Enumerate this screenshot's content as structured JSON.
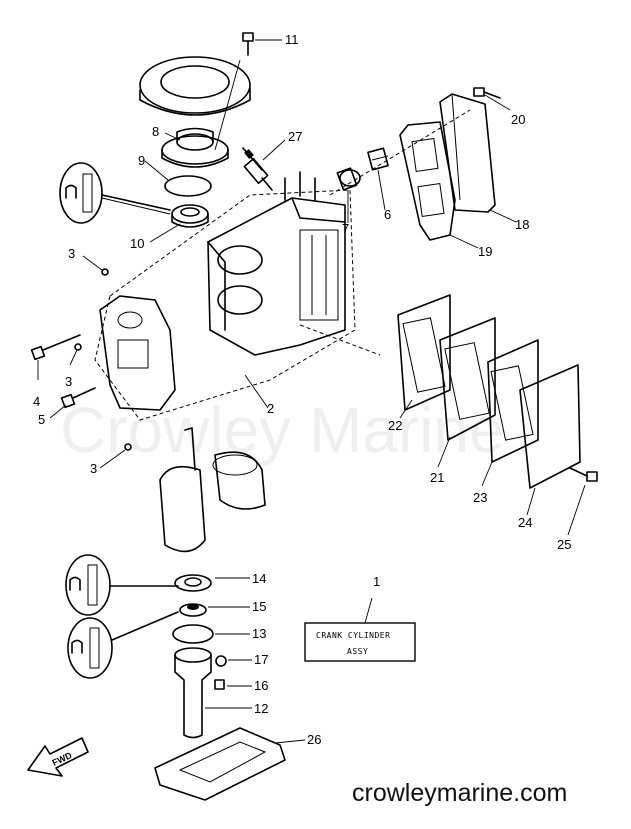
{
  "label_box": {
    "line1": "CRANK CYLINDER",
    "line2": "ASSY"
  },
  "fwd_label": "FWD",
  "watermark": "Crowley Marine",
  "footer_url": "crowleymarine.com",
  "callouts": [
    "1",
    "2",
    "3",
    "3",
    "3",
    "4",
    "5",
    "6",
    "7",
    "8",
    "9",
    "10",
    "11",
    "12",
    "13",
    "14",
    "15",
    "16",
    "17",
    "18",
    "19",
    "20",
    "21",
    "22",
    "23",
    "24",
    "25",
    "26",
    "27"
  ],
  "icons": {
    "grease_symbol": "grease-tube-icon",
    "forward_arrow": "fwd-arrow-icon"
  },
  "colors": {
    "ink": "#000000",
    "paper": "#ffffff"
  }
}
